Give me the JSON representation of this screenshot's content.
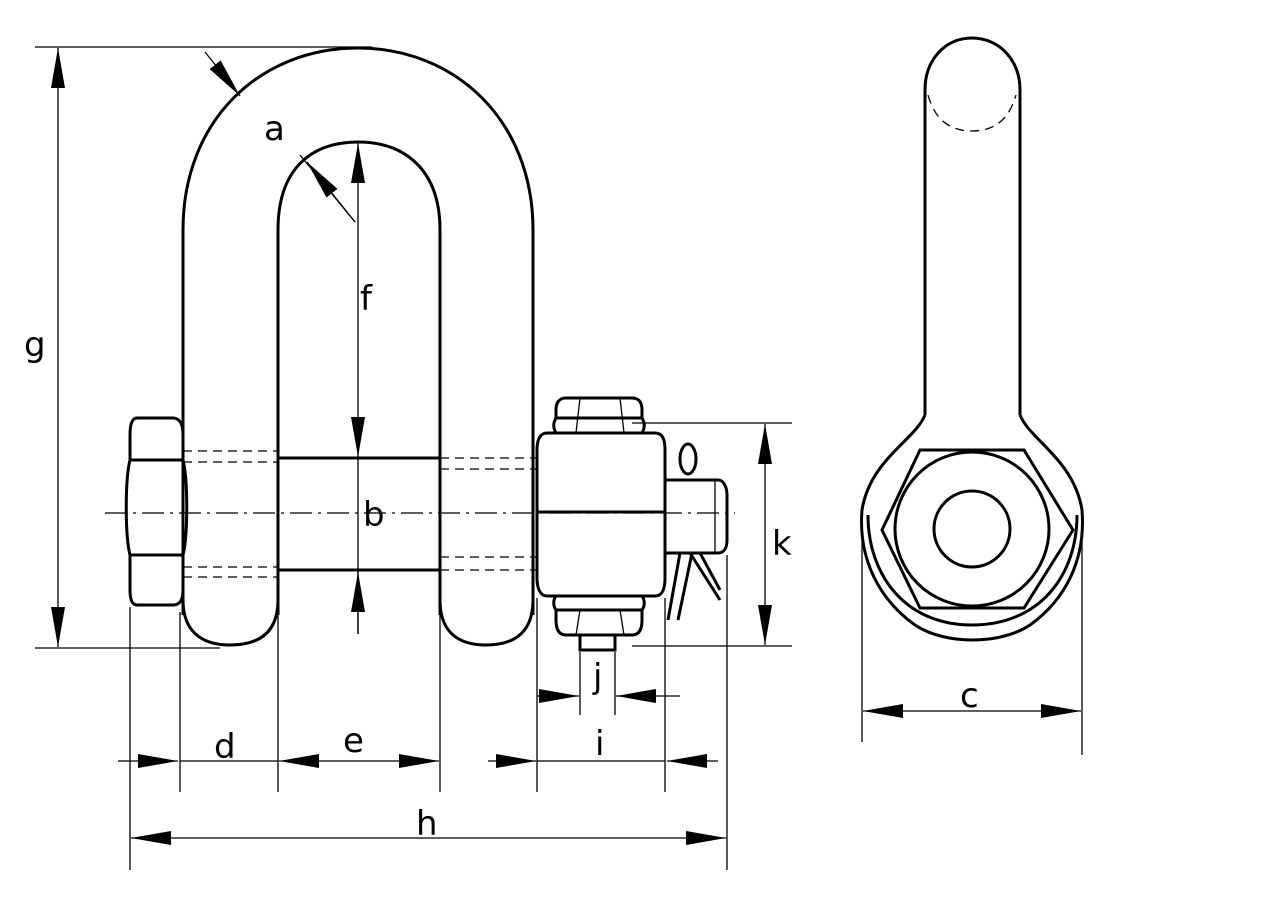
{
  "drawing": {
    "labels": {
      "a": "a",
      "b": "b",
      "c": "c",
      "d": "d",
      "e": "e",
      "f": "f",
      "g": "g",
      "h": "h",
      "i": "i",
      "j": "j",
      "k": "k"
    }
  }
}
